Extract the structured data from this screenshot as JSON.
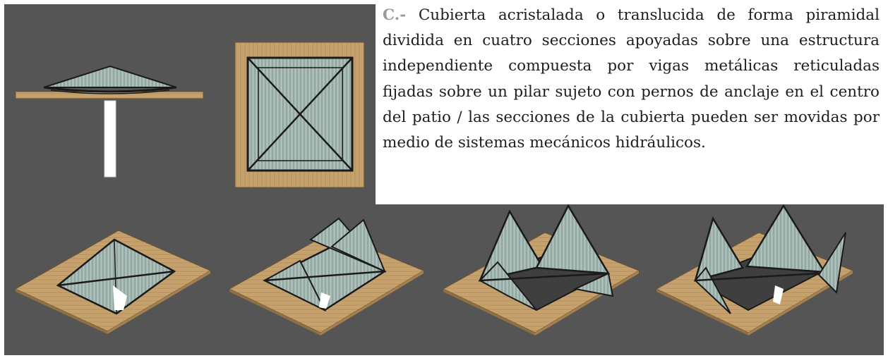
{
  "caption": {
    "letter": "C.-",
    "text": "Cubierta acristalada o translucida de forma piramidal dividida en cuatro secciones apoyadas sobre una estructura independiente compuesta por vigas metálicas reticuladas fijadas sobre un pilar sujeto con pernos de anclaje en el centro del patio / las secciones de la cubierta pueden ser movidas por medio de sistemas mecánicos hidráulicos."
  },
  "colors": {
    "background": "#555555",
    "wood": "#c9a46e",
    "glass": "#9fb3ad",
    "line": "#1a1a1a",
    "pillar": "#ffffff",
    "caption_letter": "#9a9a9a"
  },
  "views": [
    {
      "id": "elevation",
      "icon": "canopy-elevation-icon"
    },
    {
      "id": "plan",
      "icon": "canopy-plan-icon"
    },
    {
      "id": "closed",
      "icon": "canopy-closed-icon"
    },
    {
      "id": "opening",
      "icon": "canopy-opening-icon"
    },
    {
      "id": "half-open",
      "icon": "canopy-half-open-icon"
    },
    {
      "id": "open",
      "icon": "canopy-open-icon"
    }
  ]
}
